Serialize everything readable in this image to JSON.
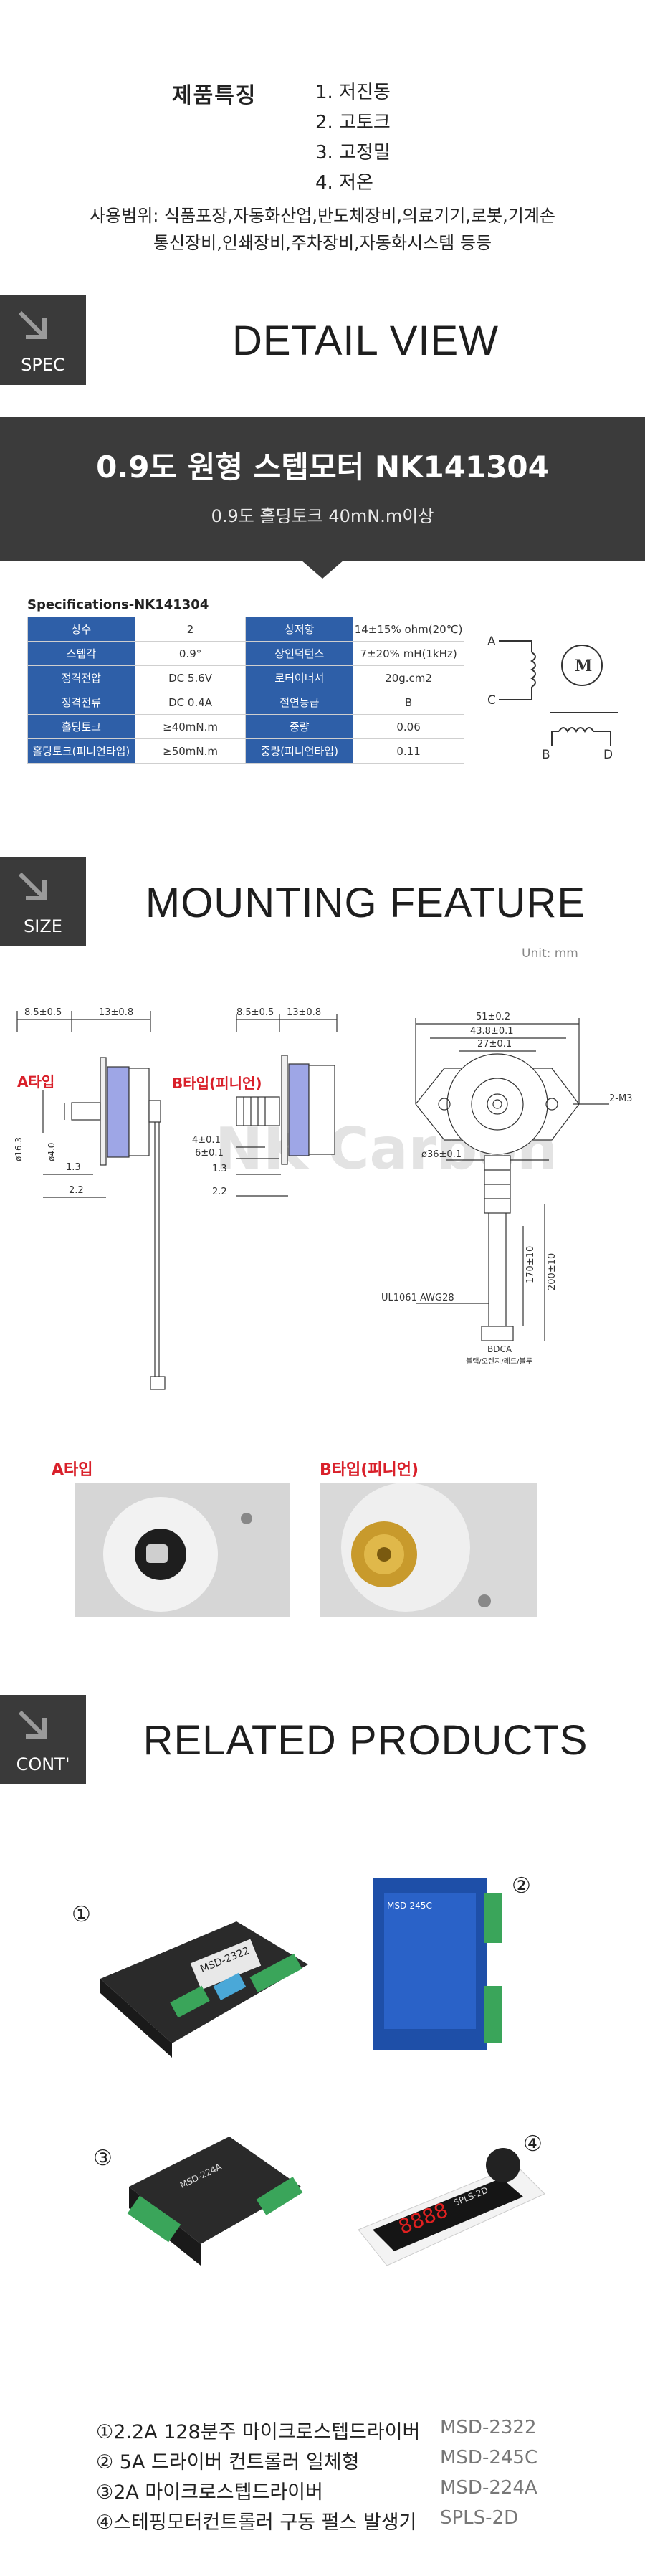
{
  "features": {
    "title": "제품특징",
    "items": [
      "1. 저진동",
      "2. 고토크",
      "3. 고정밀",
      "4. 저온"
    ],
    "usage_line1": "사용범위: 식품포장,자동화산업,반도체장비,의료기기,로봇,기계손",
    "usage_line2": "통신장비,인쇄장비,주차장비,자동화시스템 등등"
  },
  "sections": {
    "spec": {
      "badge": "SPEC",
      "title": "DETAIL VIEW"
    },
    "size": {
      "badge": "SIZE",
      "title": "MOUNTING FEATURE"
    },
    "cont": {
      "badge": "CONT'",
      "title": "RELATED PRODUCTS"
    }
  },
  "banner": {
    "title": "0.9도 원형 스텝모터 NK141304",
    "subtitle": "0.9도 홀딩토크 40mN.m이상"
  },
  "spec_table": {
    "caption": "Specifications-NK141304",
    "rows": [
      [
        "상수",
        "2",
        "상저항",
        "14±15% ohm(20℃)"
      ],
      [
        "스텝각",
        "0.9°",
        "상인덕턴스",
        "7±20% mH(1kHz)"
      ],
      [
        "정격전압",
        "DC 5.6V",
        "로터이너셔",
        "20g.cm2"
      ],
      [
        "정격전류",
        "DC 0.4A",
        "절연등급",
        "B"
      ],
      [
        "홀딩토크",
        "≥40mN.m",
        "중량",
        "0.06"
      ],
      [
        "홀딩토크(피니언타입)",
        "≥50mN.m",
        "중량(피니언타입)",
        "0.11"
      ]
    ]
  },
  "wiring": {
    "terminals": [
      "A",
      "C",
      "B",
      "D"
    ],
    "motor_label": "M"
  },
  "mounting": {
    "unit": "Unit: mm",
    "type_a": "A타입",
    "type_b": "B타입(피니언)",
    "dims": {
      "d1": "8.5±0.5",
      "d2": "13±0.8",
      "d3": "ø16.3",
      "d4": "ø4.0",
      "d5": "1.3",
      "d6": "2.2",
      "d7": "8.5±0.5",
      "d8": "13±0.8",
      "d9": "4±0.1",
      "d10": "6±0.1",
      "d11": "1.3",
      "d12": "2.2",
      "d13": "51±0.2",
      "d14": "43.8±0.1",
      "d15": "27±0.1",
      "d16": "ø36±0.1",
      "d17": "2-M3",
      "d18": "170±10",
      "d19": "200±10"
    },
    "cable_label": "UL1061  AWG28",
    "wire_order": "BDCA",
    "wire_colors": "블랙/오렌지/레드/블루",
    "photo_a_label": "A타입",
    "photo_b_label": "B타입(피니언)",
    "watermark": "NK Carbon"
  },
  "related": {
    "markers": [
      "①",
      "②",
      "③",
      "④"
    ],
    "device_labels": [
      "MSD-2322",
      "MSD-245C",
      "MSD-224A",
      "SPLS-2D"
    ],
    "items": [
      {
        "name": "①2.2A 128분주 마이크로스텝드라이버",
        "code": "MSD-2322"
      },
      {
        "name": "② 5A 드라이버 컨트롤러 일체형",
        "code": "MSD-245C"
      },
      {
        "name": "③2A 마이크로스텝드라이버",
        "code": "MSD-224A"
      },
      {
        "name": "④스테핑모터컨트롤러 구동 펄스 발생기",
        "code": "SPLS-2D"
      }
    ]
  },
  "colors": {
    "accent_blue": "#2e5fa8",
    "dark_panel": "#3b3b3b",
    "type_red": "#d9202a"
  }
}
